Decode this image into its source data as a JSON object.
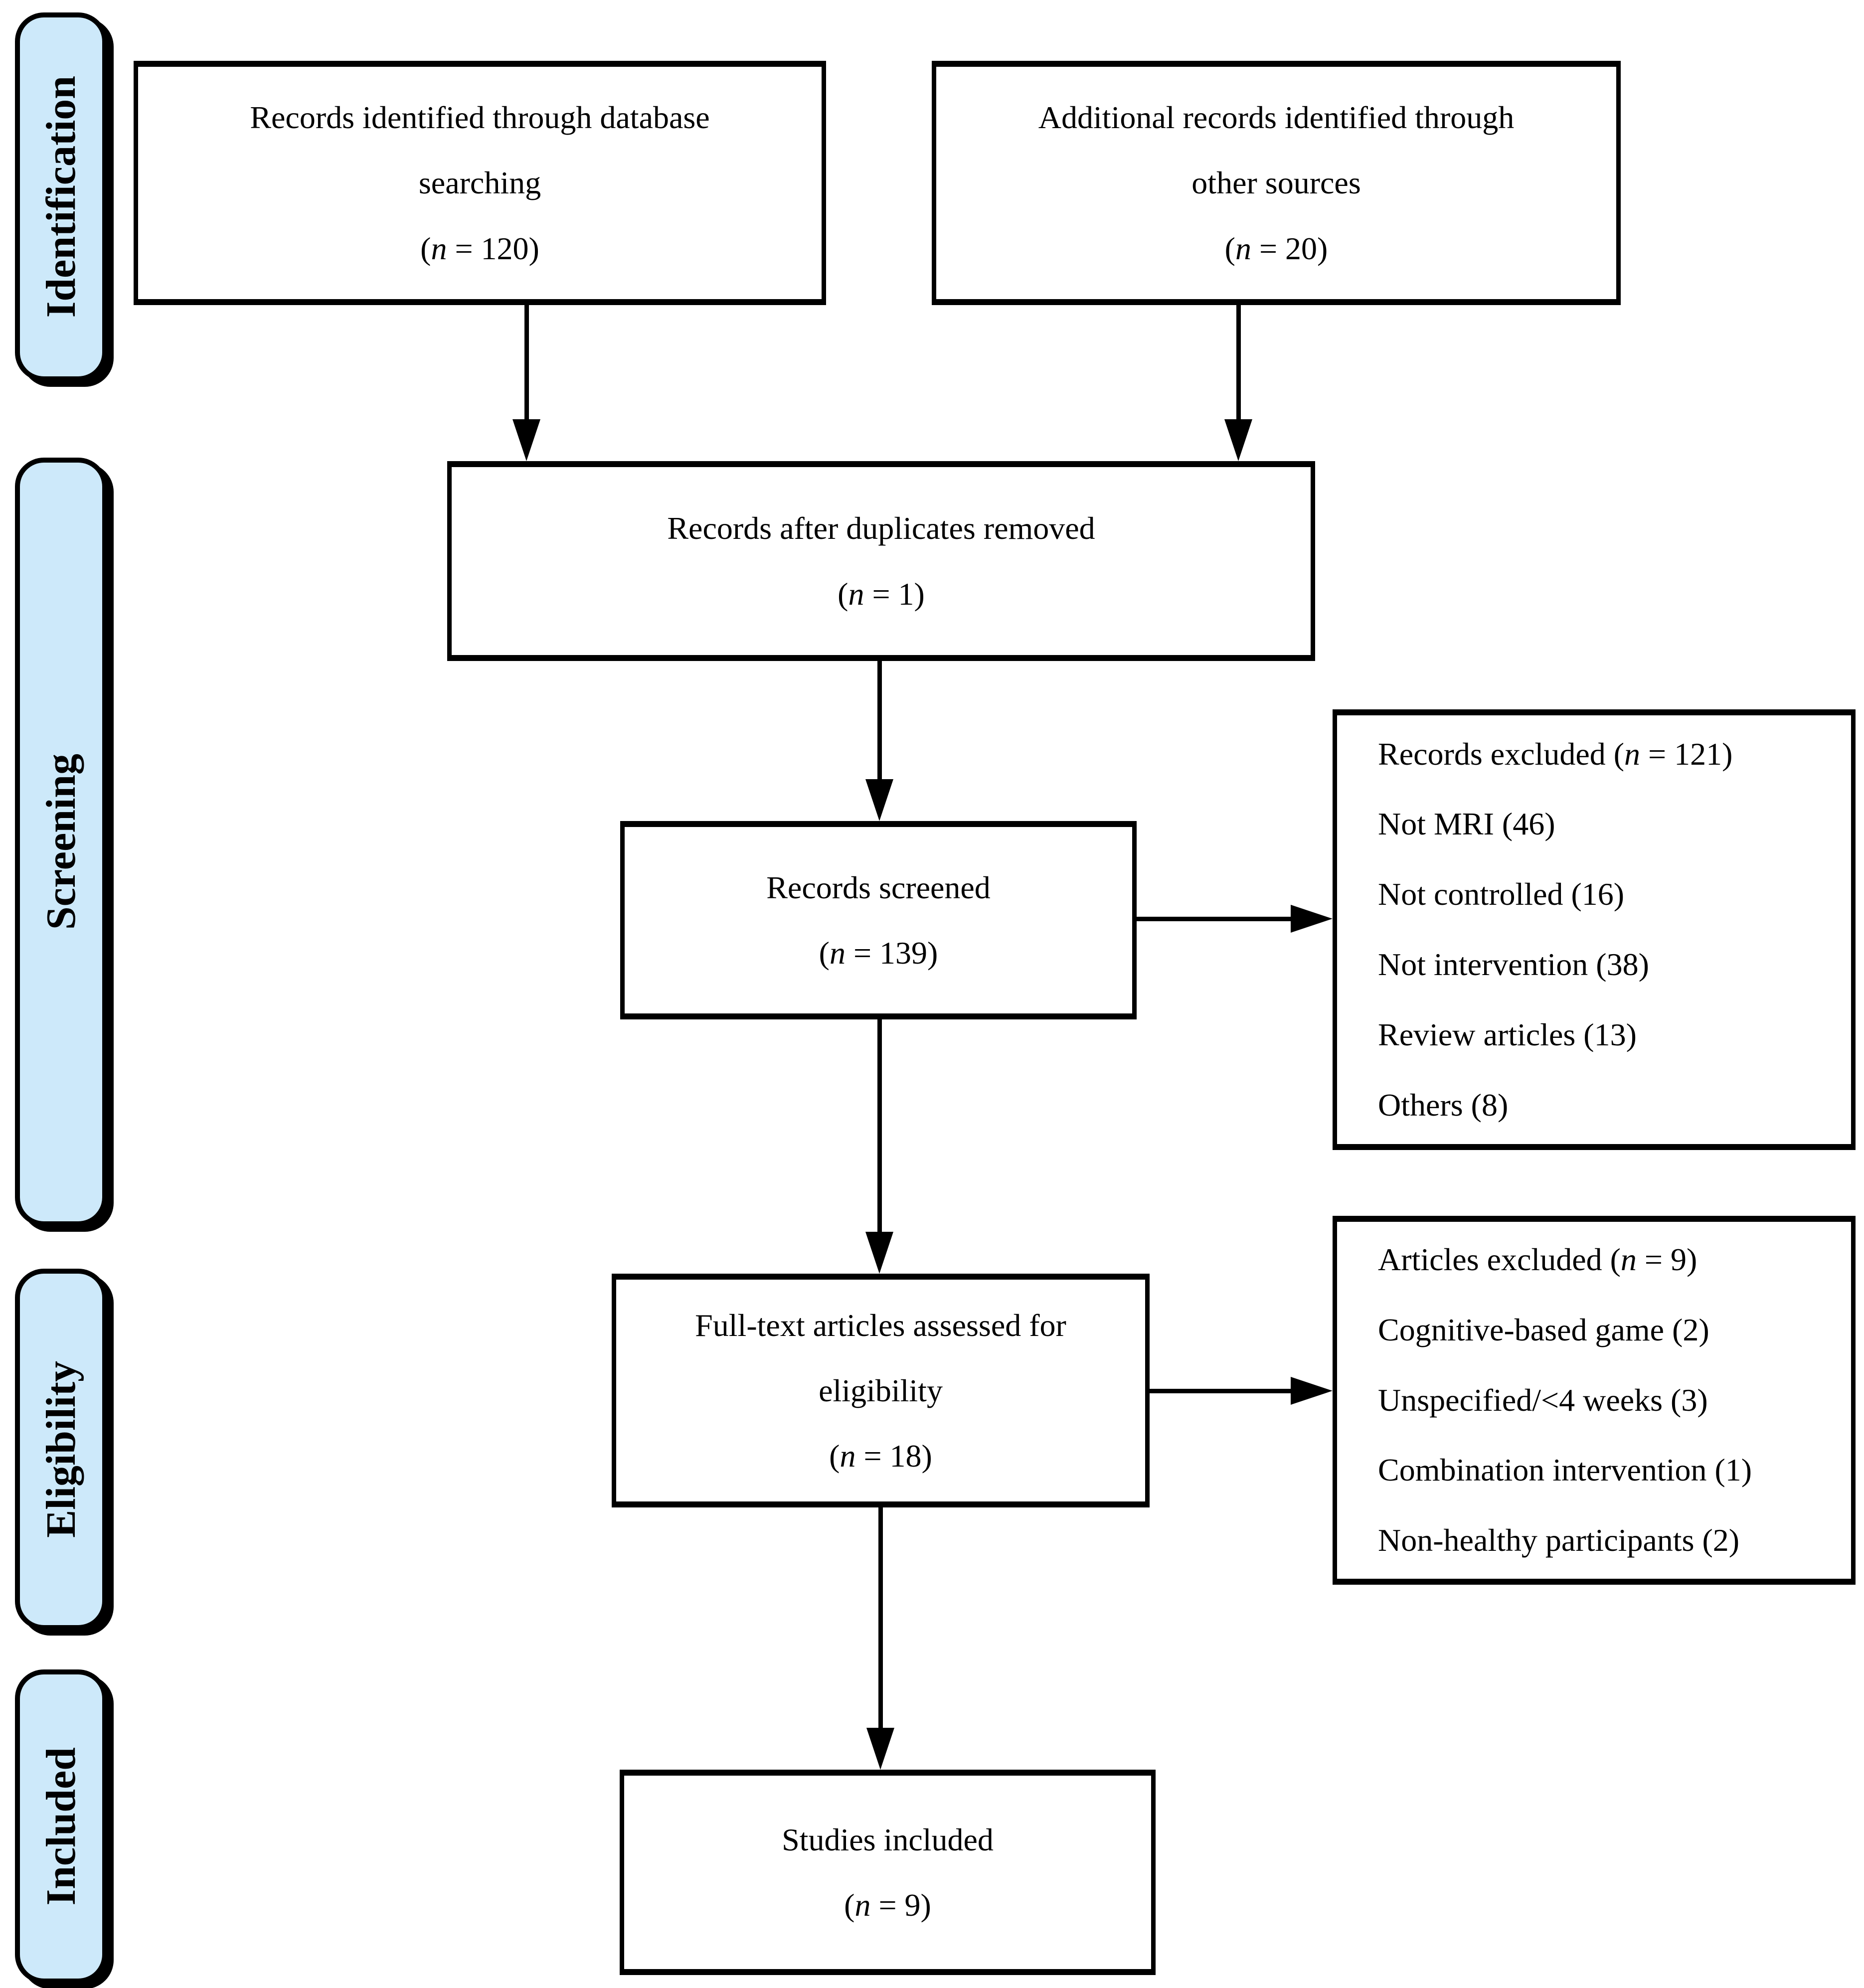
{
  "colors": {
    "stage_fill": "#cde9fa",
    "stroke": "#000000",
    "background": "#ffffff",
    "text": "#000000"
  },
  "stages": [
    {
      "label": "Identification"
    },
    {
      "label": "Screening"
    },
    {
      "label": "Eligibility"
    },
    {
      "label": "Included"
    }
  ],
  "boxes": {
    "identified": {
      "lines": [
        "Records identified through database",
        "searching"
      ],
      "count_prefix": "(",
      "count_var": "n",
      "count_suffix": " = 120)"
    },
    "additional": {
      "lines": [
        "Additional records identified through",
        "other sources"
      ],
      "count_prefix": "(",
      "count_var": "n",
      "count_suffix": " = 20)"
    },
    "deduped": {
      "lines": [
        "Records after duplicates removed"
      ],
      "count_prefix": "(",
      "count_var": "n",
      "count_suffix": " = 1)"
    },
    "screened": {
      "lines": [
        "Records screened"
      ],
      "count_prefix": "(",
      "count_var": "n",
      "count_suffix": " = 139)"
    },
    "fulltext": {
      "lines": [
        "Full-text articles assessed for",
        "eligibility"
      ],
      "count_prefix": "(",
      "count_var": "n",
      "count_suffix": " = 18)"
    },
    "included": {
      "lines": [
        "Studies included"
      ],
      "count_prefix": "(",
      "count_var": "n",
      "count_suffix": " = 9)"
    },
    "excluded_screening": {
      "head": "Records excluded (",
      "head_var": "n",
      "head_suffix": " = 121)",
      "items": [
        "Not MRI (46)",
        "Not controlled (16)",
        "Not intervention (38)",
        "Review articles (13)",
        "Others (8)"
      ]
    },
    "excluded_eligibility": {
      "head": "Articles excluded (",
      "head_var": "n",
      "head_suffix": " = 9)",
      "items": [
        "Cognitive-based game (2)",
        "Unspecified/<4 weeks (3)",
        "Combination intervention (1)",
        "Non-healthy participants (2)"
      ]
    }
  }
}
